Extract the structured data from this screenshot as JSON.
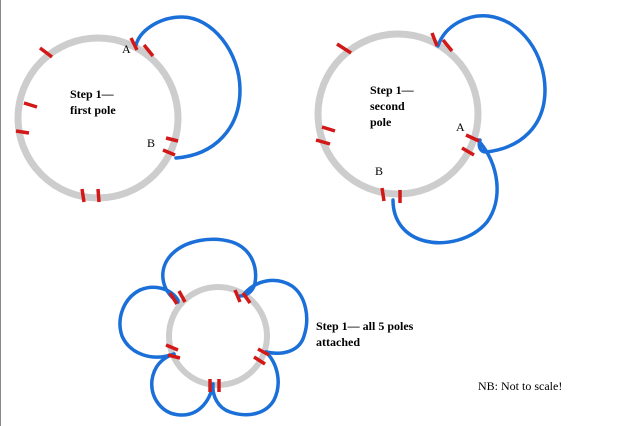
{
  "colors": {
    "ring": "#cdcdcd",
    "pole": "#1a6fd8",
    "tick": "#d31818"
  },
  "diagram": {
    "step1": {
      "caption": [
        "Step 1—",
        "first pole"
      ],
      "label_a": "A",
      "label_b": "B"
    },
    "step2": {
      "caption": [
        "Step 1—",
        "second",
        "pole"
      ],
      "label_a": "A",
      "label_b": "B"
    },
    "step3": {
      "caption": [
        "Step 1— all 5 poles",
        "attached"
      ]
    },
    "note": "NB: Not to scale!"
  }
}
